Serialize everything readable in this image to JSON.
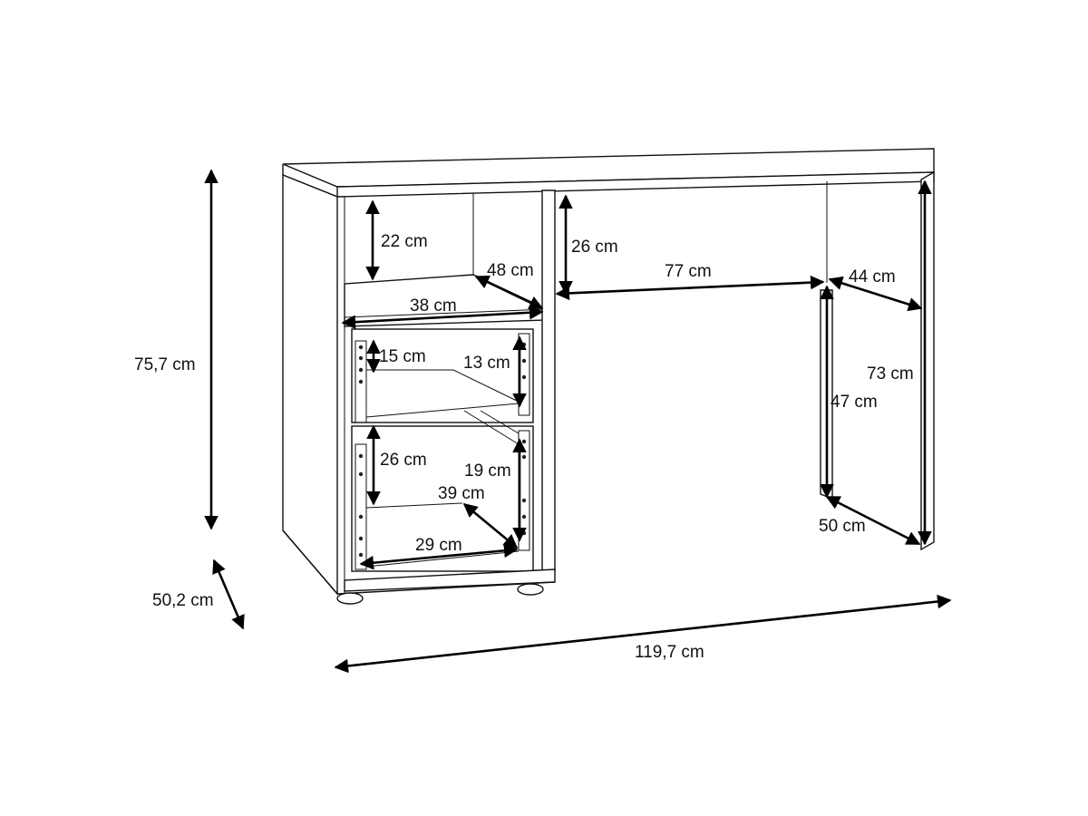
{
  "dimensions": {
    "overall_height": "75,7 cm",
    "overall_depth": "50,2 cm",
    "overall_width": "119,7 cm",
    "shelf_height": "22 cm",
    "shelf_depth": "48 cm",
    "cabinet_width": "38 cm",
    "top_drawer_height": "15 cm",
    "top_drawer_inner_height": "13 cm",
    "bottom_drawer_height": "26 cm",
    "bottom_drawer_inner_height": "19 cm",
    "drawer_depth": "39 cm",
    "drawer_inner_width": "29 cm",
    "kneespace_height_top": "26 cm",
    "kneespace_width": "77 cm",
    "rear_panel_offset": "44 cm",
    "leg_height": "73 cm",
    "rear_panel_height": "47 cm",
    "leg_depth": "50 cm"
  }
}
